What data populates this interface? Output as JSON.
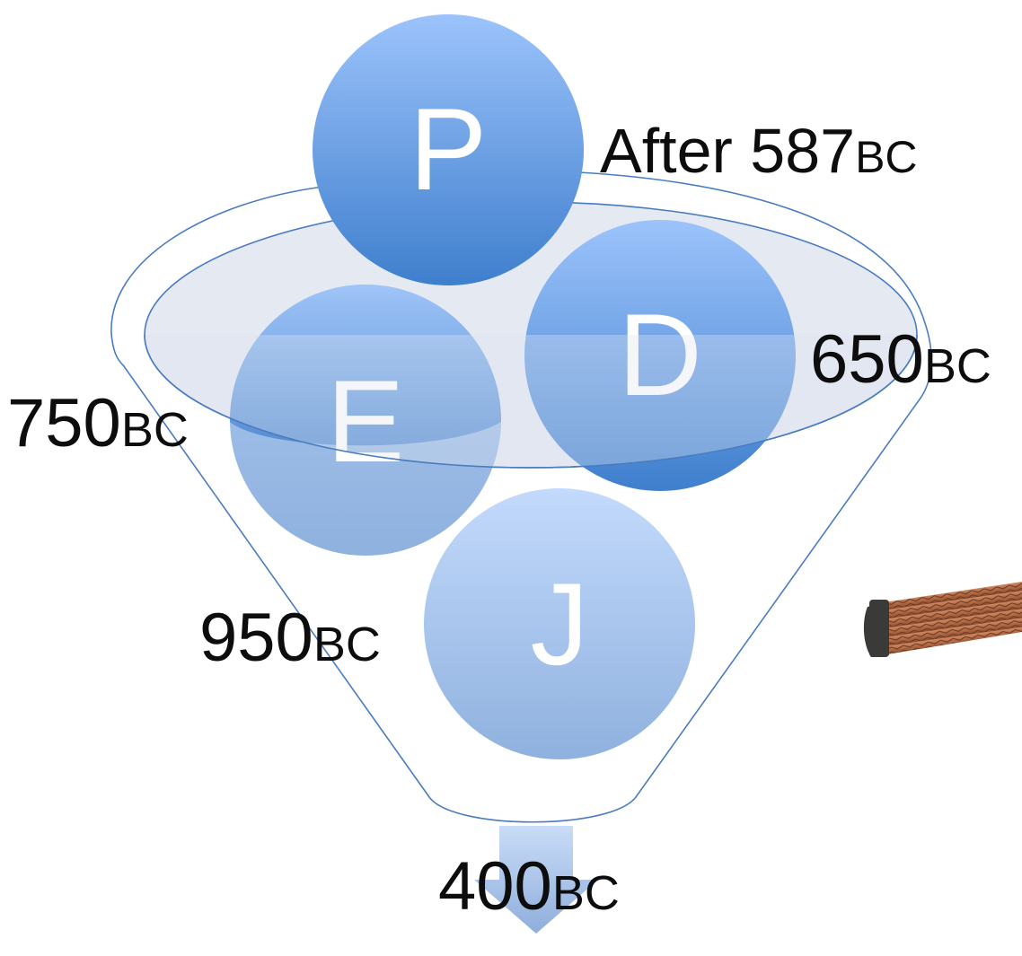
{
  "diagram": {
    "circles": [
      {
        "key": "J",
        "letter": "J"
      },
      {
        "key": "E",
        "letter": "E"
      },
      {
        "key": "D",
        "letter": "D"
      },
      {
        "key": "P",
        "letter": "P"
      }
    ],
    "dates": {
      "P": {
        "main": "After 587",
        "suffix": "BC"
      },
      "D": {
        "main": "650",
        "suffix": "BC"
      },
      "E": {
        "main": "750",
        "suffix": "BC"
      },
      "J": {
        "main": "950",
        "suffix": "BC"
      },
      "out": {
        "main": "400",
        "suffix": "BC"
      }
    }
  },
  "colors": {
    "funnel_stroke": "#4a7cc0",
    "funnel_rim_fill": "#dfe5f0",
    "circle_top": "#9cc3fb",
    "circle_bottom": "#3f7fcd",
    "circle_light_top": "#c3dafc",
    "circle_light_bottom": "#8fb1de",
    "arrow_top": "#c9dcf7",
    "arrow_bottom": "#8faedc",
    "rope_dark": "#3a3a38",
    "rope_brown": "#b26a45"
  }
}
